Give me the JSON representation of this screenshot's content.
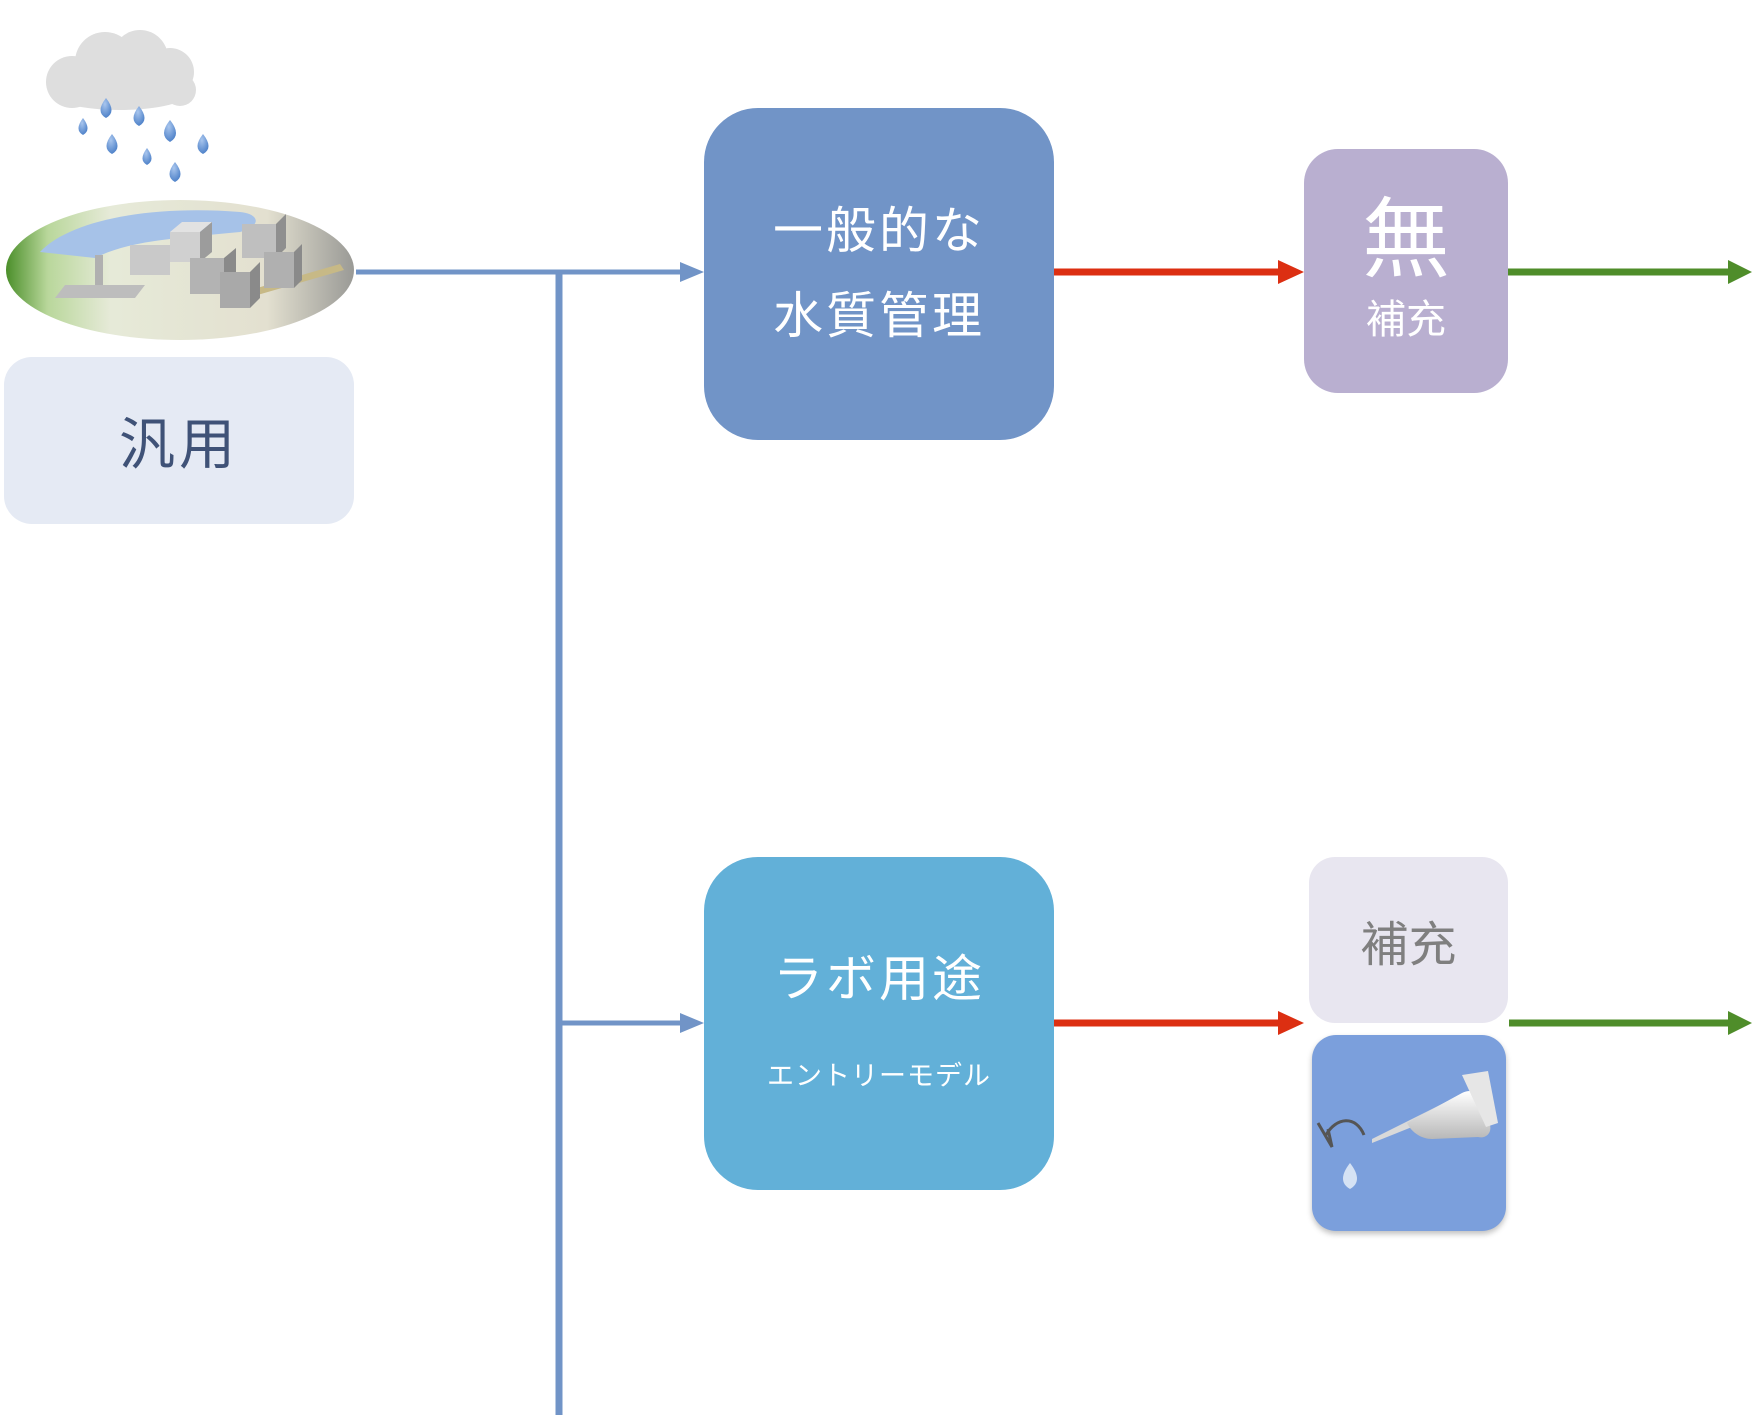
{
  "nodes": {
    "category": {
      "label": "汎用"
    },
    "general_water": {
      "title": "一般的な\n水質管理"
    },
    "lab_use": {
      "title": "ラボ用途",
      "subtitle": "エントリーモデル"
    },
    "no_refill": {
      "big": "無",
      "small": "補充"
    },
    "refill": {
      "label": "補充"
    }
  },
  "icons": {
    "source": "rain-city-water-icon",
    "refill": "refill-bottle-drop-icon"
  },
  "colors": {
    "blue_line": "#7194c7",
    "red_arrow": "#dc2f12",
    "green_arrow": "#4f8d2a",
    "general_box": "#7194c7",
    "lab_box": "#62b0d8",
    "no_refill_box": "#b9afd0",
    "refill_label_box": "#e8e6f0",
    "refill_icon_box": "#7b9fdc",
    "category_box": "#e5eaf4"
  }
}
